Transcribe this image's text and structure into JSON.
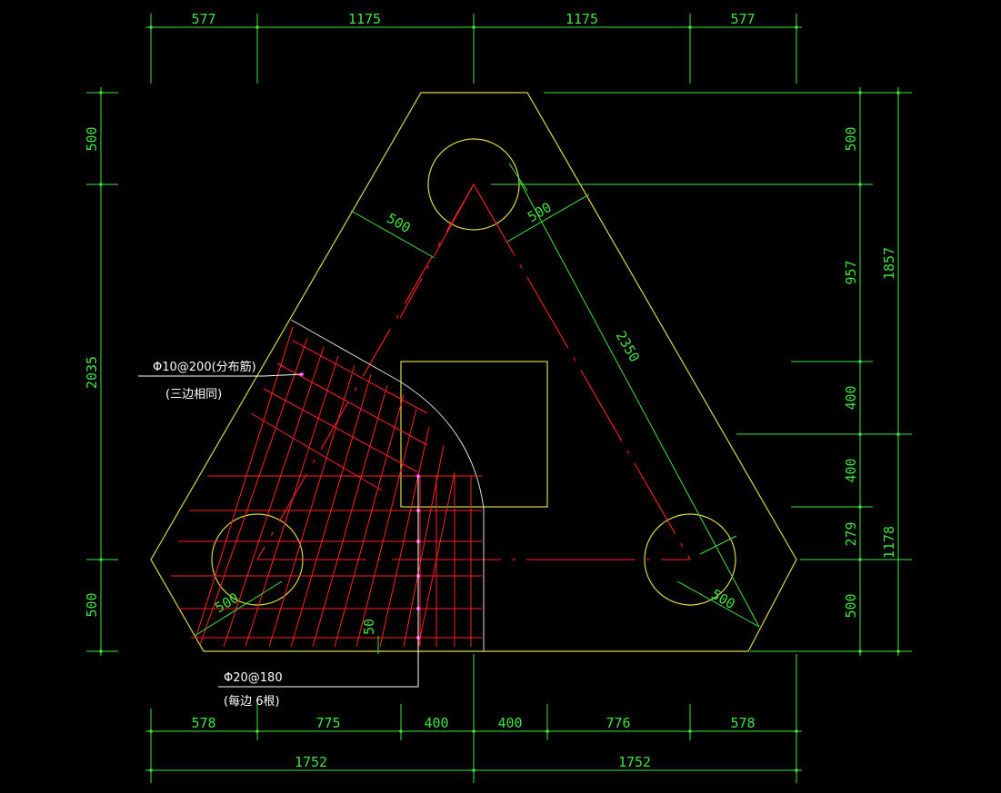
{
  "colors": {
    "background": "#000000",
    "outline": "#d8d84a",
    "dimension": "#3ee33e",
    "rebar": "#ff2020",
    "centerline": "#ff2020",
    "leader": "#ffffff",
    "marker": "#ff40ff"
  },
  "dimensions": {
    "top": [
      "577",
      "1175",
      "1175",
      "577"
    ],
    "bottom_row1": [
      "578",
      "775",
      "400",
      "400",
      "776",
      "578"
    ],
    "bottom_row2": [
      "1752",
      "1752"
    ],
    "left": [
      "500",
      "2035",
      "500"
    ],
    "right_inner": [
      "500",
      "957",
      "400",
      "400",
      "279",
      "500"
    ],
    "right_outer": [
      "1857",
      "1178"
    ],
    "arm_width_left": "500",
    "arm_width_right": "500",
    "arm_length": "2350",
    "pile_left": "500",
    "pile_right": "500",
    "cover": "50"
  },
  "notes": {
    "distribution_bar": "Φ10@200(分布筋)",
    "distribution_bar_sub": "(三边相同)",
    "main_bar": "Φ20@180",
    "main_bar_sub": "(每边 6根)"
  }
}
